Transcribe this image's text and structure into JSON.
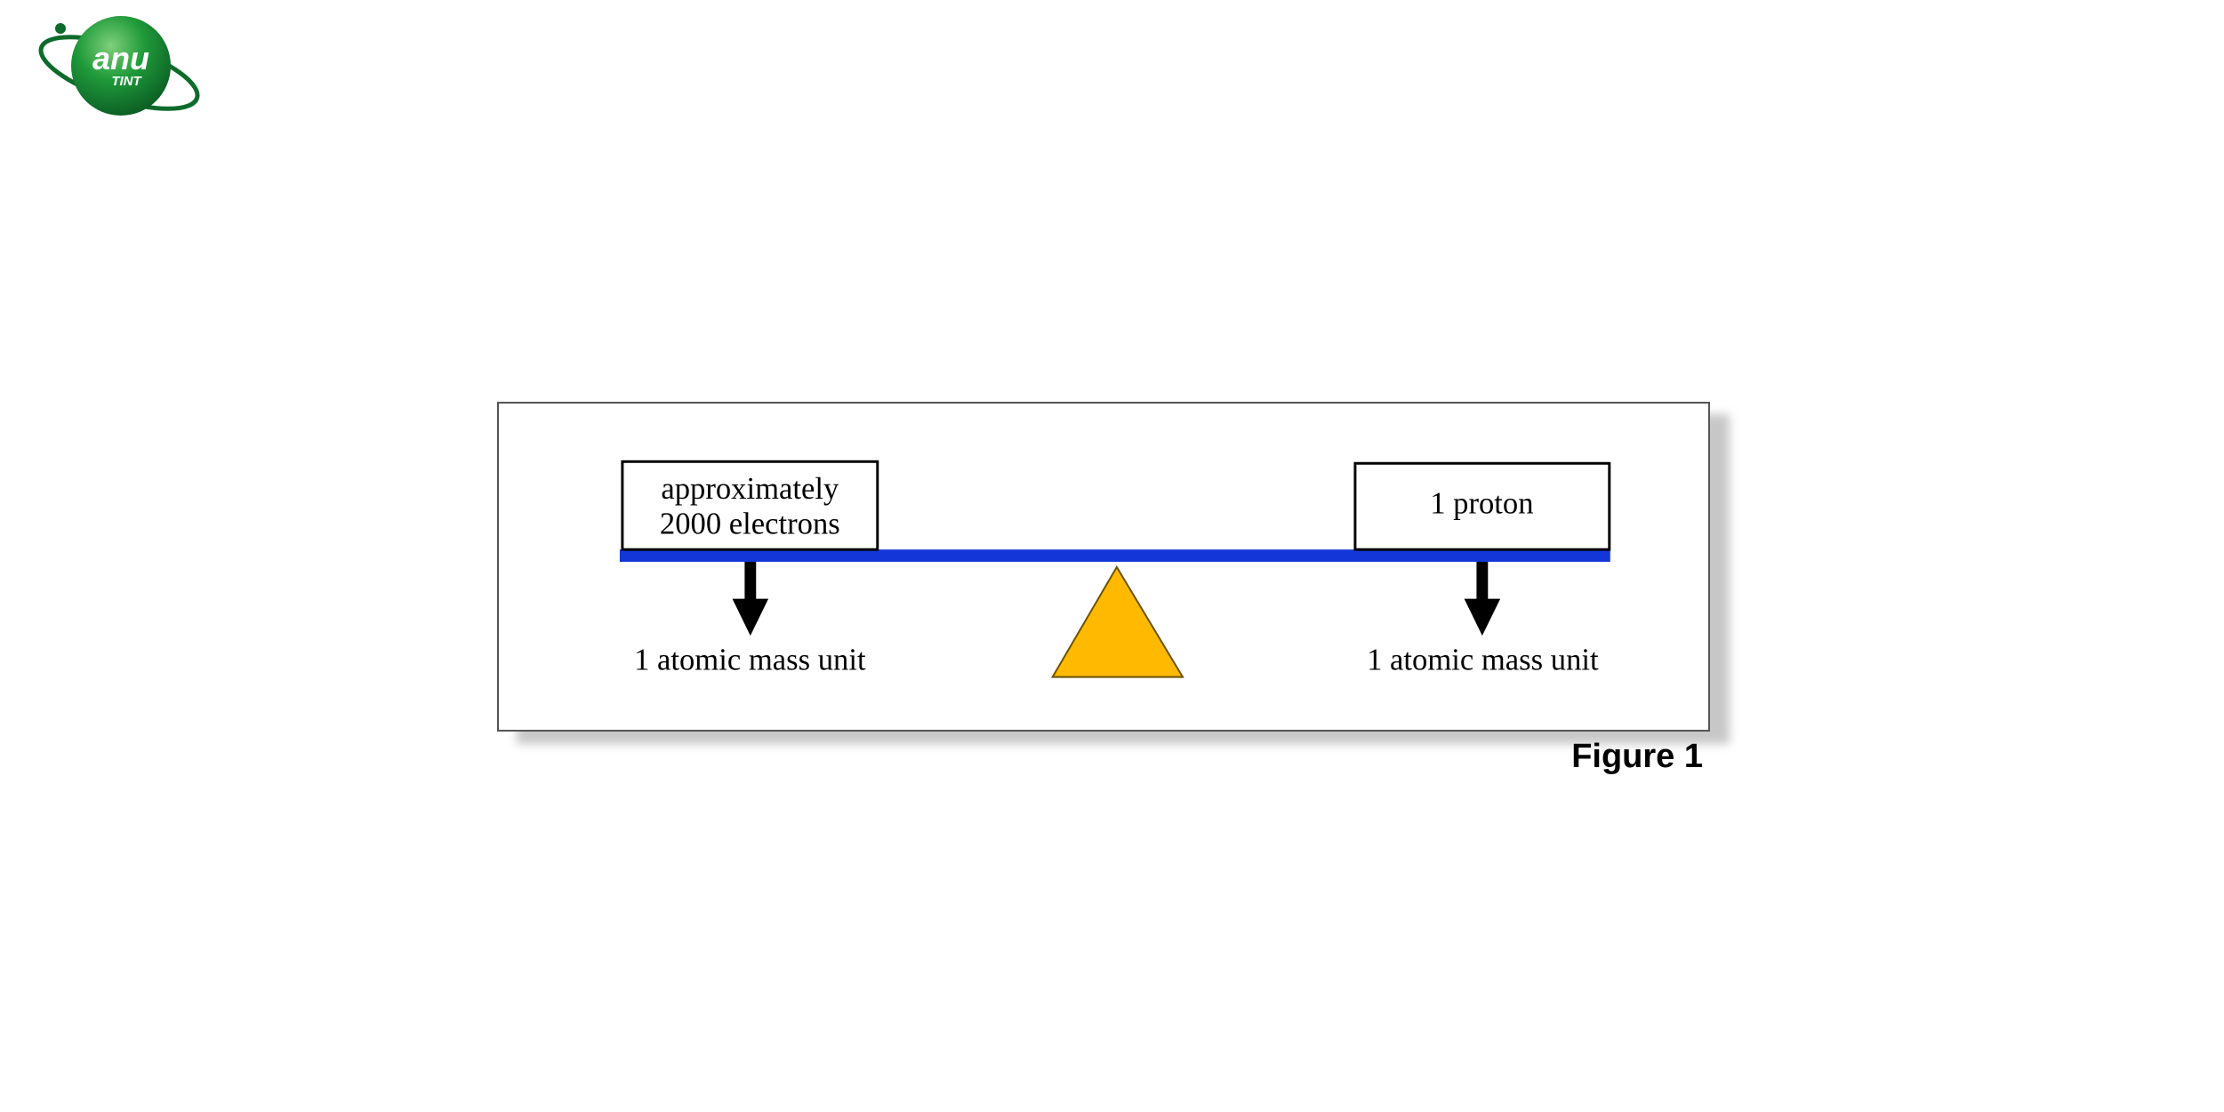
{
  "logo": {
    "text": "anu",
    "subtext": "TINT"
  },
  "diagram": {
    "left_box": {
      "line1": "approximately",
      "line2": "2000 electrons"
    },
    "right_box": {
      "text": "1 proton"
    },
    "left_caption": "1 atomic mass unit",
    "right_caption": "1 atomic mass unit",
    "colors": {
      "beam": "#1236d8",
      "fulcrum": "#ffba00",
      "arrow": "#000000"
    }
  },
  "figure_label": "Figure 1"
}
